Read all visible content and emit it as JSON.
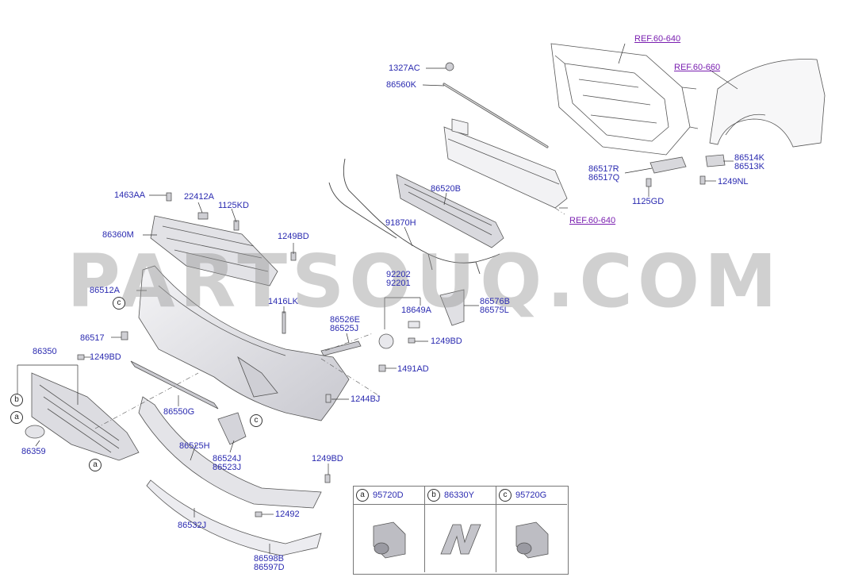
{
  "watermark": "PARTSOUQ.COM",
  "refs": {
    "r1": "REF.60-640",
    "r2": "REF.60-660",
    "r3": "REF.60-640"
  },
  "labels": {
    "p1327AC": "1327AC",
    "p86560K": "86560K",
    "p86520B": "86520B",
    "p91870H": "91870H",
    "p1463AA": "1463AA",
    "p22412A": "22412A",
    "p1125KD": "1125KD",
    "p86360M": "86360M",
    "p1249BD_a": "1249BD",
    "p86512A": "86512A",
    "p1416LK": "1416LK",
    "p86526E": "86526E",
    "p86525J": "86525J",
    "p92202": "92202",
    "p92201": "92201",
    "p18649A": "18649A",
    "p86576B": "86576B",
    "p86575L": "86575L",
    "p1249BD_b": "1249BD",
    "p1491AD": "1491AD",
    "p86517": "86517",
    "p86350": "86350",
    "p1249BD_c": "1249BD",
    "p86550G": "86550G",
    "p1244BJ": "1244BJ",
    "p86359": "86359",
    "p86525H": "86525H",
    "p86524J": "86524J",
    "p86523J": "86523J",
    "p1249BD_d": "1249BD",
    "p86532J": "86532J",
    "p12492": "12492",
    "p86598B": "86598B",
    "p86597D": "86597D",
    "p86517R": "86517R",
    "p86517Q": "86517Q",
    "p1125GD": "1125GD",
    "p86514K": "86514K",
    "p86513K": "86513K",
    "p1249NL": "1249NL"
  },
  "callouts": {
    "a": "a",
    "b": "b",
    "c": "c"
  },
  "legend": [
    {
      "key": "a",
      "code": "95720D",
      "icon": "parking-sensor-icon"
    },
    {
      "key": "b",
      "code": "86330Y",
      "icon": "n-emblem-icon"
    },
    {
      "key": "c",
      "code": "95720G",
      "icon": "parking-sensor-icon"
    }
  ],
  "colors": {
    "label": "#2a2ab0",
    "ref": "#7a1fb0",
    "line": "#333333",
    "part_fill": "#e6e6ea",
    "part_stroke": "#555555"
  }
}
